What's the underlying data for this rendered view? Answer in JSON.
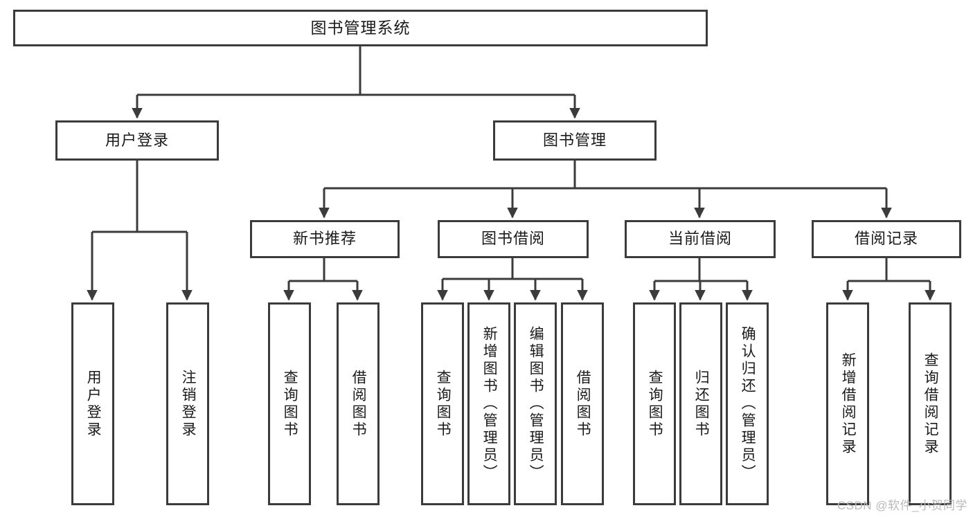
{
  "diagram": {
    "title": "图书管理系统",
    "type": "tree-structure-chart",
    "root": {
      "label": "图书管理系统"
    },
    "level2": [
      {
        "label": "用户登录"
      },
      {
        "label": "图书管理"
      }
    ],
    "level3": [
      {
        "label": "新书推荐"
      },
      {
        "label": "图书借阅"
      },
      {
        "label": "当前借阅"
      },
      {
        "label": "借阅记录"
      }
    ],
    "leaves": {
      "user_login": [
        {
          "label": "用户登录"
        },
        {
          "label": "注销登录"
        }
      ],
      "new_book_recommend": [
        {
          "label": "查询图书"
        },
        {
          "label": "借阅图书"
        }
      ],
      "book_borrow": [
        {
          "label": "查询图书"
        },
        {
          "label": "新增图书（管理员）"
        },
        {
          "label": "编辑图书（管理员）"
        },
        {
          "label": "借阅图书"
        }
      ],
      "current_borrow": [
        {
          "label": "查询图书"
        },
        {
          "label": "归还图书"
        },
        {
          "label": "确认归还（管理员）"
        }
      ],
      "borrow_record": [
        {
          "label": "新增借阅记录"
        },
        {
          "label": "查询借阅记录"
        }
      ]
    }
  },
  "watermark": {
    "text": "CSDN @软件_小贺同学"
  },
  "colors": {
    "stroke": "#3b3b3b",
    "background": "#ffffff",
    "text": "#1a1a1a",
    "watermark": "#b9b9b9"
  }
}
